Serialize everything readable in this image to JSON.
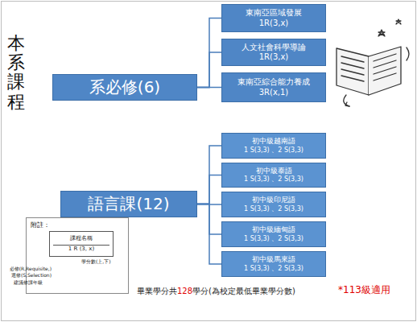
{
  "diagram": {
    "title": "本系課程",
    "nodes": [
      {
        "text": [
          "系必修(6)"
        ]
      },
      {
        "text": [
          "東南亞區域發展",
          "1R(3,x)"
        ]
      },
      {
        "text": [
          "人文社會科學導論",
          "1R(3,x)"
        ]
      },
      {
        "text": [
          "東南亞綜合能力養成",
          "3R(x,1)"
        ]
      },
      {
        "text": [
          "語言課(12)"
        ]
      },
      {
        "text": [
          "初中級越南語",
          "1 S(3,3) 、2 S(3,3)"
        ]
      },
      {
        "text": [
          "初中級泰語",
          "1 S(3,3) 、2 S(3,3)"
        ]
      },
      {
        "text": [
          "初中級印尼語",
          "1 S(3,3) 、2 S(3,3)"
        ]
      },
      {
        "text": [
          "初中級緬甸語",
          "1 S(3,3) 、2 S(3,3)"
        ]
      },
      {
        "text": [
          "初中級馬來語",
          "1 S(3,3) 、2 S(3,3)"
        ]
      },
      {
        "text": [
          "附註："
        ]
      },
      {
        "text": [
          "課程名稱",
          "1 R (3, x)"
        ],
        "in": 10
      }
    ],
    "edges": [
      {
        "from": 0,
        "to": 1,
        "arrow": "none"
      },
      {
        "from": 0,
        "to": 2,
        "arrow": "none"
      },
      {
        "from": 0,
        "to": 3,
        "arrow": "none"
      },
      {
        "from": 4,
        "to": 5,
        "arrow": "none"
      },
      {
        "from": 4,
        "to": 6,
        "arrow": "none"
      },
      {
        "from": 4,
        "to": 7,
        "arrow": "none"
      },
      {
        "from": 4,
        "to": 8,
        "arrow": "none"
      },
      {
        "from": 4,
        "to": 9,
        "arrow": "none"
      }
    ],
    "labels": [
      "學分數(上,下)",
      "必修(R,Requisite,)",
      "選修(S,Selection)",
      "建議修課年級",
      "畢業學分共",
      "128",
      "學分(為校定最低畢業學分數)",
      "*113級適用"
    ]
  }
}
